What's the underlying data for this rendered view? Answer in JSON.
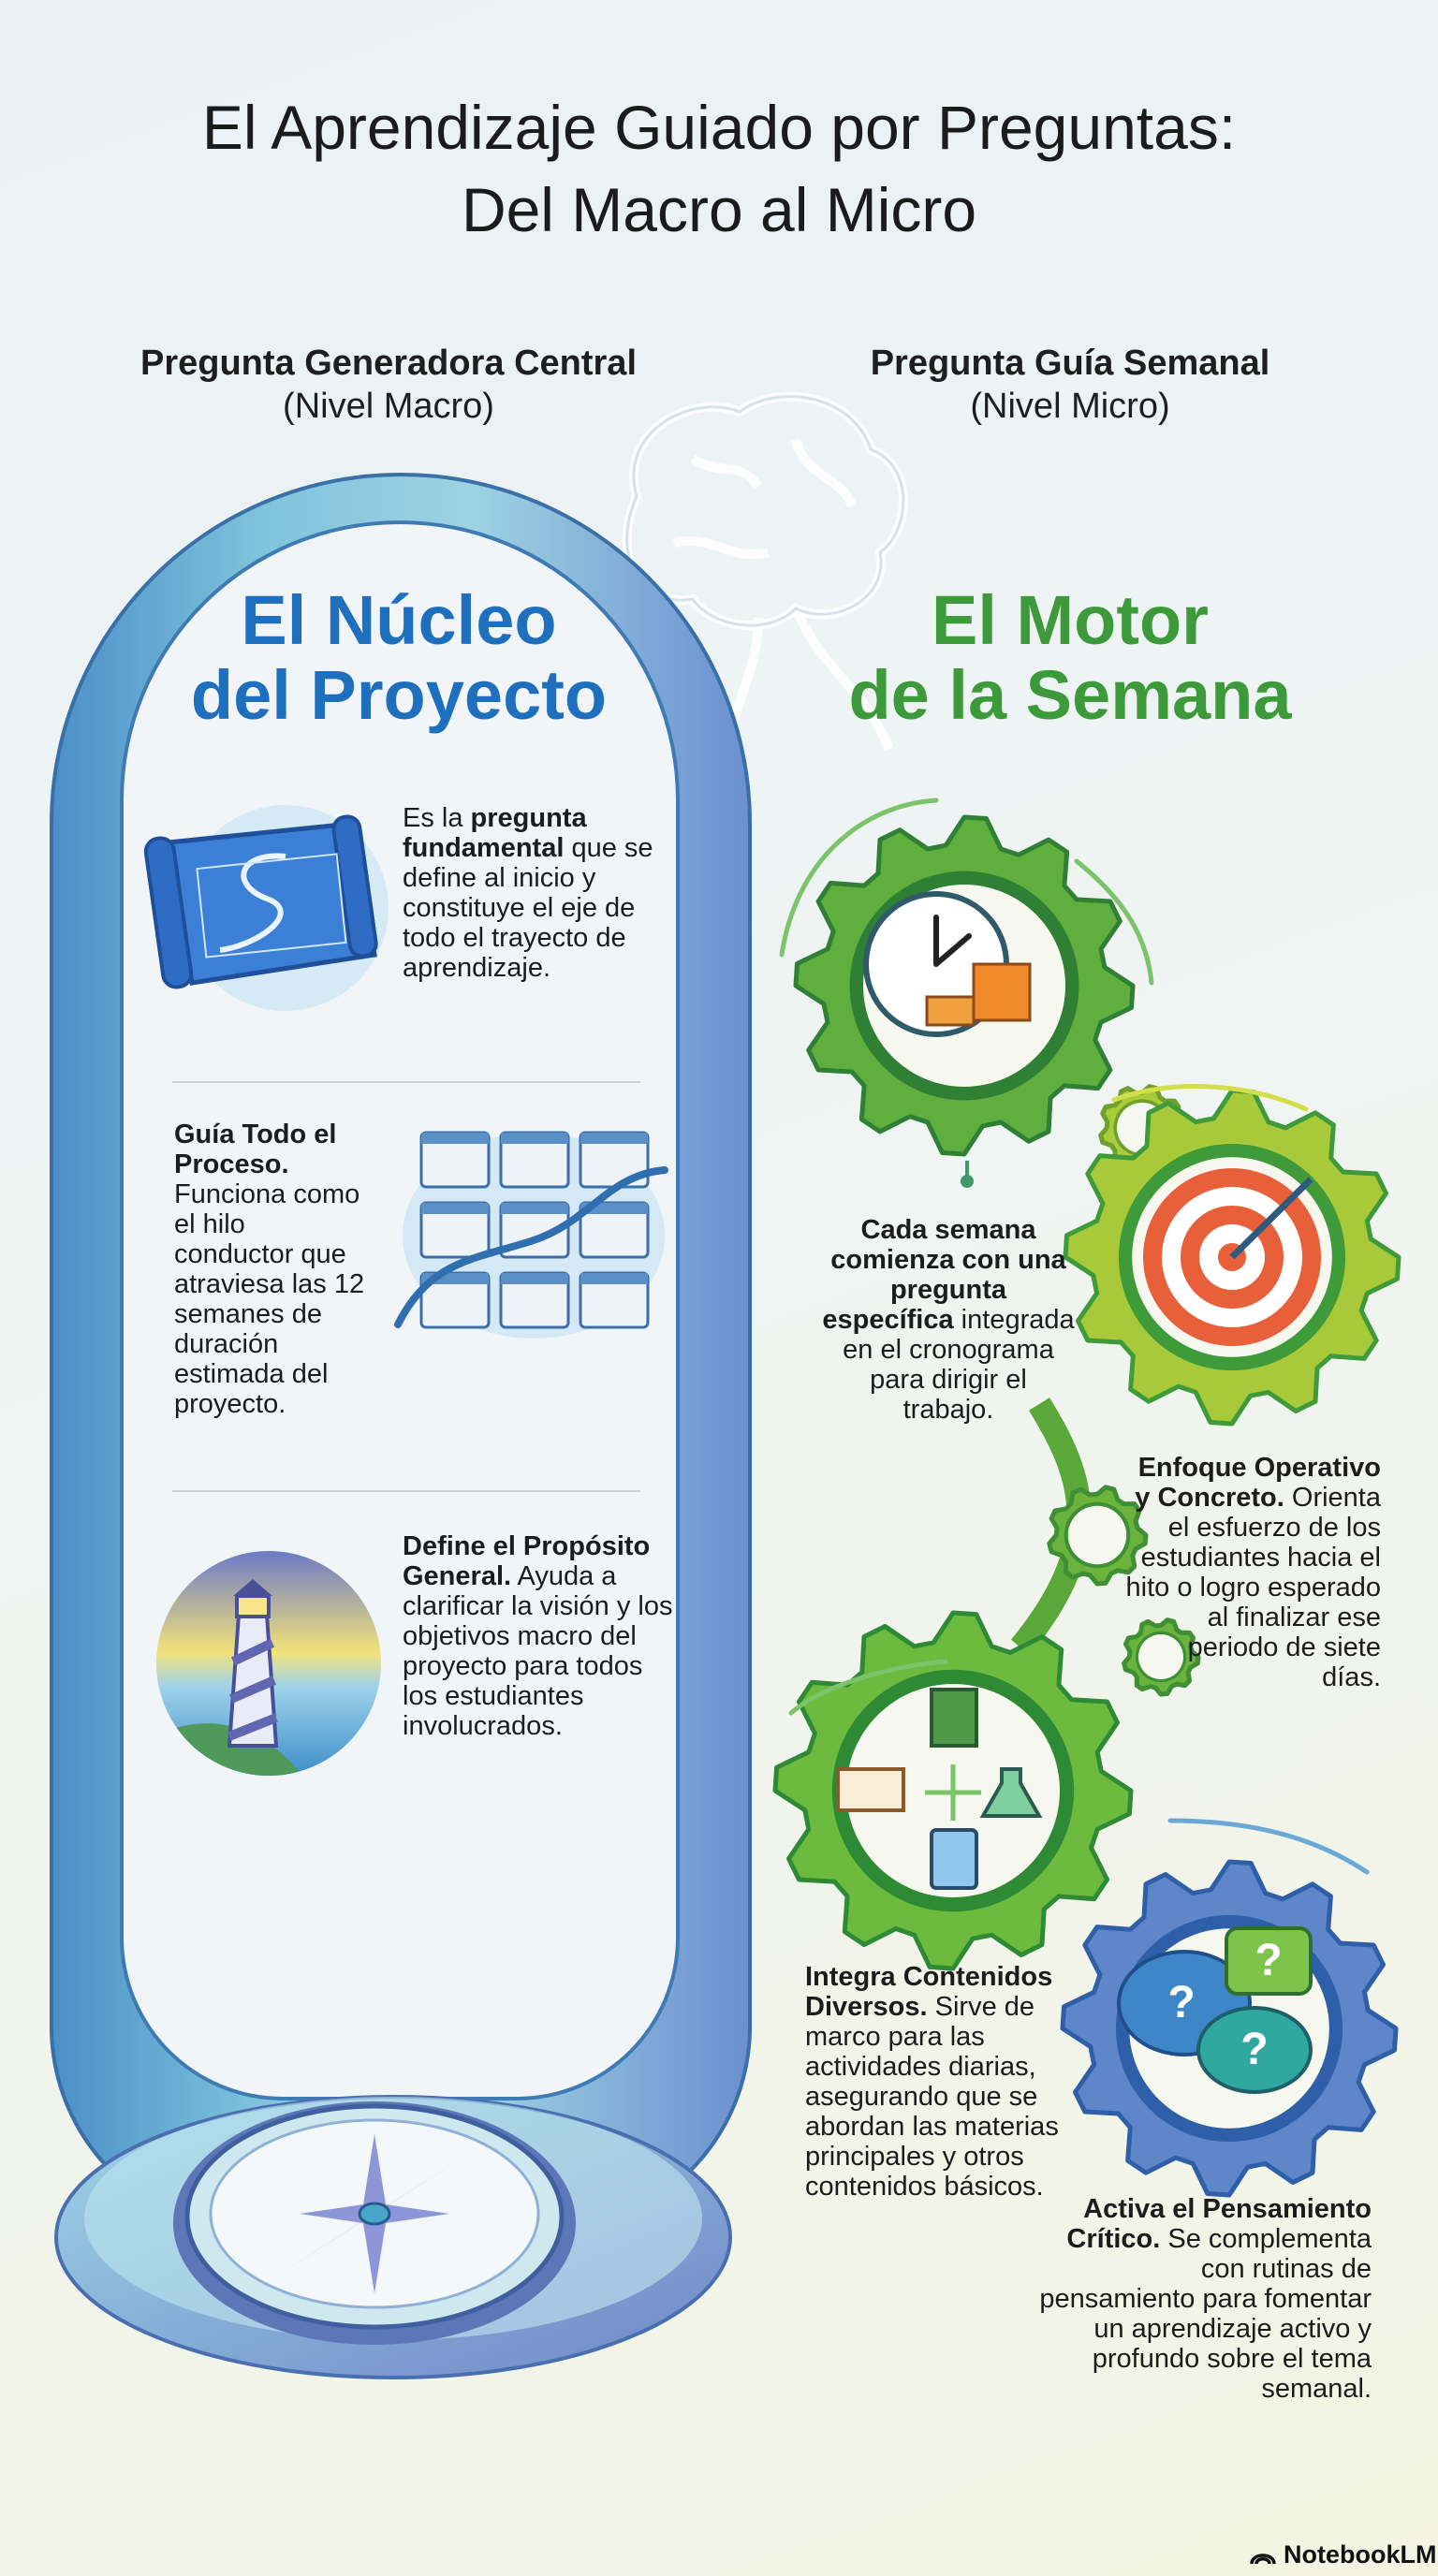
{
  "title": {
    "line1": "El Aprendizaje Guiado por Preguntas:",
    "line2": "Del Macro al Micro"
  },
  "left": {
    "heading": "Pregunta Generadora Central",
    "level": "(Nivel Macro)",
    "big_line1": "El Núcleo",
    "big_line2": "del Proyecto",
    "color": "#1f6fbf",
    "items": [
      {
        "icon": "blueprint-map-icon",
        "pre": "Es la ",
        "bold": "pregunta fundamental",
        "text": " que se define al inicio y constituye el eje de todo el trayecto de aprendizaje."
      },
      {
        "icon": "calendar-grid-icon",
        "pre": "",
        "bold": "Guía Todo el Proceso.",
        "text": " Funciona como el hilo conductor que atraviesa las 12 semanes de duración estimada del proyecto."
      },
      {
        "icon": "lighthouse-icon",
        "pre": "",
        "bold": "Define el Propósito General.",
        "text": " Ayuda a clarificar la visión y los objetivos macro del proyecto para todos los estudiantes involucrados."
      }
    ]
  },
  "right": {
    "heading": "Pregunta Guía Semanal",
    "level": "(Nivel Micro)",
    "big_line1": "El Motor",
    "big_line2": "de la Semana",
    "color": "#3d9a3b",
    "items": [
      {
        "icon": "clock-blocks-icon",
        "bold": "Cada semana comienza con una pregunta específica",
        "text": " integrada en el cronograma para dirigir el trabajo."
      },
      {
        "icon": "target-icon",
        "bold": "Enfoque Operativo y Concreto.",
        "text": " Orienta el esfuerzo de los estudiantes hacia el hito o logro esperado al finalizar ese periodo de siete días."
      },
      {
        "icon": "books-flask-tablet-icon",
        "bold": "Integra Contenidos Diversos.",
        "text": " Sirve de marco para las actividades diarias, asegurando que se abordan las materias principales y otros contenidos básicos."
      },
      {
        "icon": "question-bubbles-icon",
        "bold": "Activa el Pensamiento Crítico.",
        "text": " Se complementa con rutinas de pensamiento para fomentar un aprendizaje activo y profundo sobre el tema semanal."
      }
    ]
  },
  "footer": {
    "brand": "NotebookLM",
    "icon": "notebooklm-logo-icon"
  }
}
